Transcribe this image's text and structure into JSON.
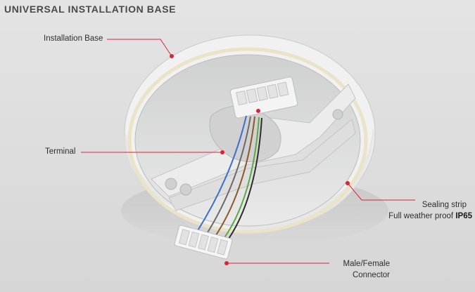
{
  "title": "UNIVERSAL INSTALLATION BASE",
  "callouts": {
    "installation_base": "Installation Base",
    "terminal": "Terminal",
    "sealing_strip_line1": "Sealing strip",
    "sealing_strip_line2_prefix": "Full weather proof ",
    "sealing_strip_line2_emph": "IP65",
    "connector_line1": "Male/Female",
    "connector_line2": "Connector"
  },
  "colors": {
    "accent": "#d9233a",
    "leader": "#d9233a",
    "title": "#4a4a4a",
    "background": "#e0e0e0"
  }
}
